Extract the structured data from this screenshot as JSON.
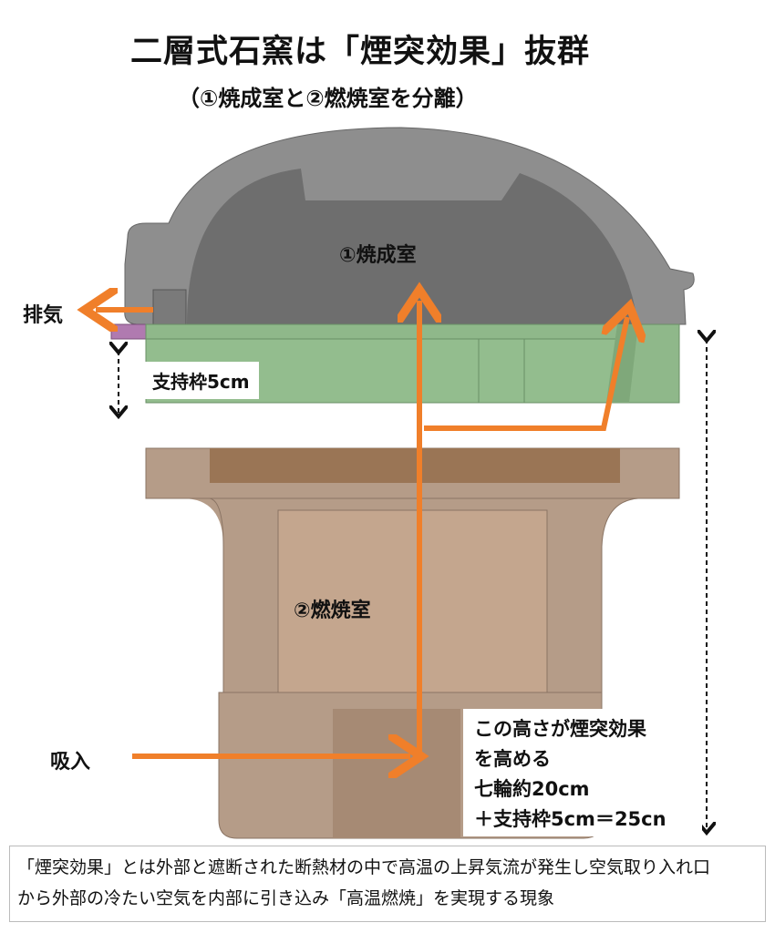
{
  "title": "二層式石窯は「煙突効果」抜群",
  "subtitle": "（①焼成室と②燃焼室を分離）",
  "labels": {
    "firing_chamber": "①焼成室",
    "combustion_chamber": "②燃焼室",
    "exhaust": "排気",
    "intake": "吸入",
    "support_frame": "支持枠5cm"
  },
  "height_note": [
    "この高さが煙突効果",
    "を高める",
    "七輪約20cm",
    "＋支持枠5cm＝25cn"
  ],
  "description": [
    "「煙突効果」とは外部と遮断された断熱材の中で高温の上昇気流が発生し空気取り入れ口",
    "から外部の冷たい空気を内部に引き込み「高温燃焼」を実現する現象"
  ],
  "colors": {
    "arrow": "#f07f2a",
    "dome": "#8c8c8c",
    "plate": "#b07ab0",
    "support": "#8fb88a",
    "stove": "#b59c88"
  }
}
